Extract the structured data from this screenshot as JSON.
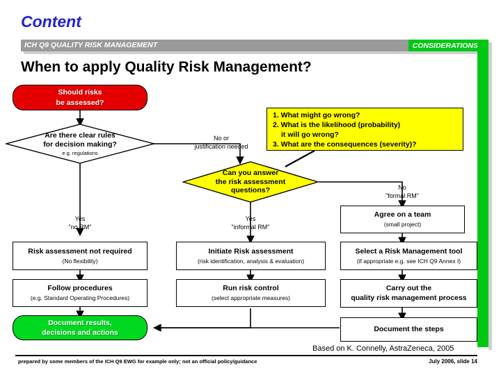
{
  "header": {
    "title": "Content",
    "band_label": "ICH Q9 QUALITY RISK MANAGEMENT",
    "considerations_label": "CONSIDERATIONS",
    "heading": "When to apply Quality Risk Management?",
    "band_color": "#9a9a9a",
    "accent_color": "#00c814",
    "title_color": "#2222CC"
  },
  "flow": {
    "start": {
      "line1": "Should risks",
      "line2": "be assessed?",
      "color": "#e50000"
    },
    "decision1": {
      "line1": "Are there clear rules",
      "line2": "for decision making?",
      "note": "e.g. regulations",
      "fill": "#ffffff"
    },
    "decision2": {
      "line1": "Can you answer",
      "line2": "the risk assessment",
      "line3": "questions?",
      "fill": "#ffff00"
    },
    "callout": {
      "line1": "1. What might go wrong?",
      "line2": "2. What is the likelihood (probability)",
      "line3": "it will go wrong?",
      "line4": "3. What are the consequences (severity)?",
      "fill": "#ffff00"
    },
    "edge_labels": {
      "no_or_justification": {
        "line1": "No or",
        "line2": "justification needed"
      },
      "yes_no_rm": {
        "line1": "Yes",
        "line2": "\"no RM\""
      },
      "yes_informal_rm": {
        "line1": "Yes",
        "line2": "\"informal RM\""
      },
      "no_formal_rm": {
        "line1": "No",
        "line2": "\"formal RM\""
      }
    },
    "column_left": [
      {
        "main": "Risk assessment not required",
        "sub": "(No flexibility)"
      },
      {
        "main": "Follow procedures",
        "sub": "(e.g. Standard Operating Procedures)"
      }
    ],
    "column_middle": [
      {
        "main": "Initiate Risk assessment",
        "sub": "(risk identification, analysis & evaluation)"
      },
      {
        "main": "Run risk control",
        "sub": "(select appropriate measures)"
      }
    ],
    "column_right": [
      {
        "main": "Agree on a team",
        "sub": "(small project)"
      },
      {
        "main": "Select a Risk Management tool",
        "sub": "(if appropriate e.g. see ICH Q9 Annex I)"
      },
      {
        "main_line1": "Carry out the",
        "main_line2": "quality risk management process"
      }
    ],
    "end_pill": {
      "line1": "Document results,",
      "line2": "decisions and actions",
      "color": "#00d820"
    },
    "document_steps": {
      "main": "Document the steps"
    }
  },
  "footer": {
    "credit": "Based on K. Connelly, AstraZeneca, 2005",
    "left": "prepared by some members of the ICH Q9 EWG for example only; not an official policy/guidance",
    "right": "July 2006, slide 14"
  }
}
